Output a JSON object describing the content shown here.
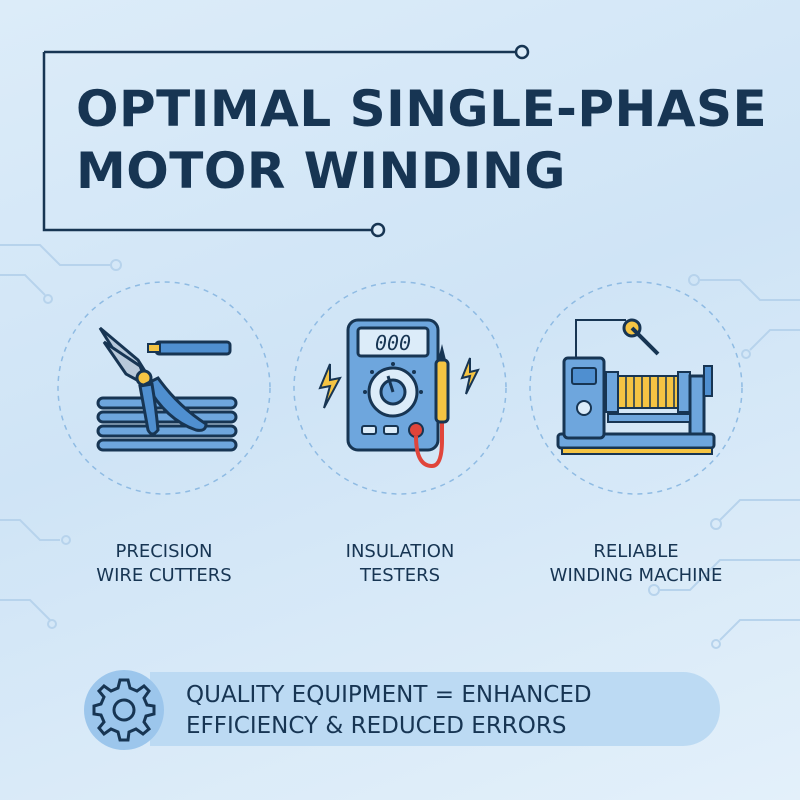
{
  "title": {
    "line1": "OPTIMAL SINGLE-PHASE",
    "line2": "MOTOR WINDING"
  },
  "tools": [
    {
      "icon": "wire-cutters-icon",
      "line1": "PRECISION",
      "line2": "WIRE CUTTERS"
    },
    {
      "icon": "insulation-tester-icon",
      "line1": "INSULATION",
      "line2": "TESTERS",
      "display": "000"
    },
    {
      "icon": "winding-machine-icon",
      "line1": "RELIABLE",
      "line2": "WINDING MACHINE"
    }
  ],
  "banner": {
    "icon": "gear-icon",
    "line1": "QUALITY EQUIPMENT = ENHANCED",
    "line2": "EFFICIENCY & REDUCED ERRORS"
  },
  "colors": {
    "navy": "#173553",
    "blue": "#4f8fd0",
    "yellow": "#f5c443",
    "red": "#e0453b",
    "banner": "#bcdaf3"
  }
}
